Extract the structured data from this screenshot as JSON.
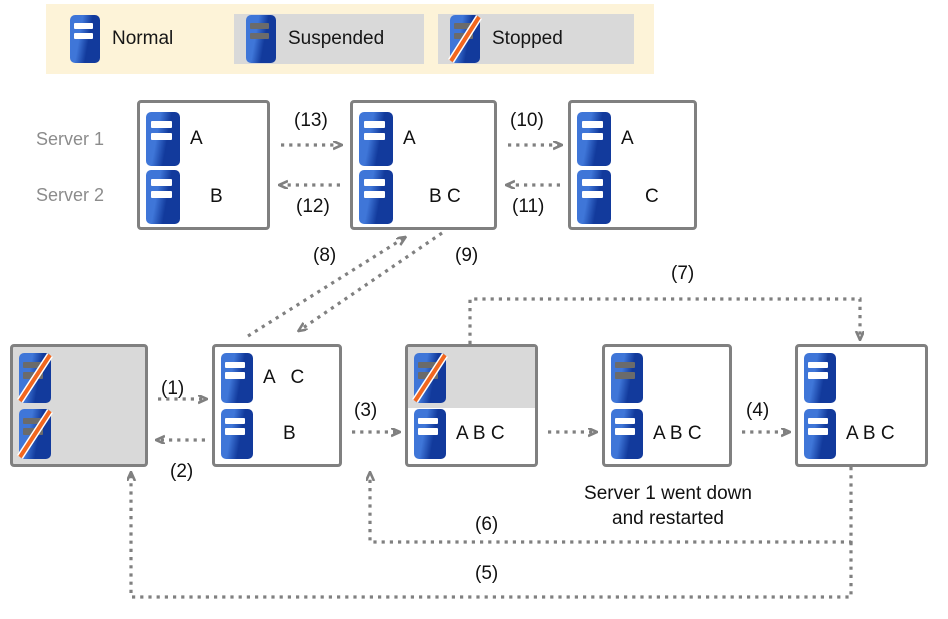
{
  "legend": {
    "items": [
      {
        "label": "Normal",
        "state": "normal",
        "shaded": false
      },
      {
        "label": "Suspended",
        "state": "suspended",
        "shaded": true
      },
      {
        "label": "Stopped",
        "state": "stopped",
        "shaded": true
      }
    ]
  },
  "row_labels": {
    "server1": "Server 1",
    "server2": "Server 2"
  },
  "top_nodes": [
    {
      "server1": {
        "state": "normal",
        "text": "A"
      },
      "server2": {
        "state": "normal",
        "text": "B"
      }
    },
    {
      "server1": {
        "state": "normal",
        "text": "A"
      },
      "server2": {
        "state": "normal",
        "text": "B C"
      }
    },
    {
      "server1": {
        "state": "normal",
        "text": "A"
      },
      "server2": {
        "state": "normal",
        "text": "C"
      }
    }
  ],
  "bottom_nodes": [
    {
      "server1": {
        "state": "stopped",
        "text": ""
      },
      "server2": {
        "state": "stopped",
        "text": ""
      },
      "bg": "grey"
    },
    {
      "server1": {
        "state": "normal",
        "text": "A   C"
      },
      "server2": {
        "state": "normal",
        "text": "B"
      },
      "bg": "white"
    },
    {
      "server1": {
        "state": "stopped",
        "text": ""
      },
      "server2": {
        "state": "normal",
        "text": "A B C"
      },
      "bg": "split"
    },
    {
      "server1": {
        "state": "suspended",
        "text": ""
      },
      "server2": {
        "state": "normal",
        "text": "A B C"
      },
      "bg": "white"
    },
    {
      "server1": {
        "state": "normal",
        "text": ""
      },
      "server2": {
        "state": "normal",
        "text": "A B C"
      },
      "bg": "white"
    }
  ],
  "edges": [
    {
      "id": "1",
      "label": "(1)"
    },
    {
      "id": "2",
      "label": "(2)"
    },
    {
      "id": "3",
      "label": "(3)"
    },
    {
      "id": "4",
      "label": "(4)"
    },
    {
      "id": "5",
      "label": "(5)"
    },
    {
      "id": "6",
      "label": "(6)"
    },
    {
      "id": "7",
      "label": "(7)"
    },
    {
      "id": "8",
      "label": "(8)"
    },
    {
      "id": "9",
      "label": "(9)"
    },
    {
      "id": "10",
      "label": "(10)"
    },
    {
      "id": "11",
      "label": "(11)"
    },
    {
      "id": "12",
      "label": "(12)"
    },
    {
      "id": "13",
      "label": "(13)"
    }
  ],
  "caption": {
    "line1": "Server 1 went down",
    "line2": "and restarted"
  },
  "colors": {
    "legend_bg": "#fdf3d8",
    "shade": "#d9d9d9",
    "box_border": "#808080",
    "arrow": "#808080",
    "icon_blue_light": "#3f76d8",
    "icon_blue_dark": "#123a9c",
    "slash_orange": "#f2671f",
    "label_grey": "#8c8c8c"
  }
}
